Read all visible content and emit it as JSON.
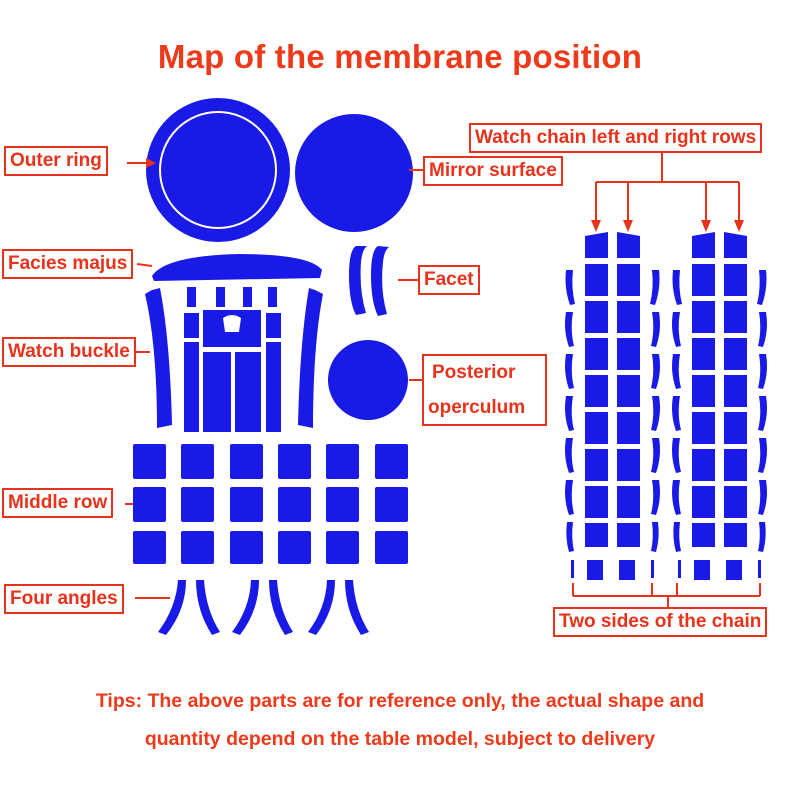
{
  "title": "Map of the membrane position",
  "labels": {
    "outer_ring": "Outer ring",
    "mirror_surface": "Mirror surface",
    "facies_majus": "Facies majus",
    "facet": "Facet",
    "watch_buckle": "Watch buckle",
    "posterior_operculum_line1": "Posterior",
    "posterior_operculum_line2": "operculum",
    "middle_row": "Middle row",
    "four_angles": "Four angles",
    "watch_chain_rows": "Watch chain left and right rows",
    "two_sides_chain": "Two sides of the chain"
  },
  "tips": {
    "line1": "Tips: The above parts are for reference only, the actual shape and",
    "line2": "quantity depend on the table model, subject to delivery"
  },
  "colors": {
    "part_fill": "#1a1ae6",
    "label_red": "#e8331c",
    "title_red": "#ee3a1b",
    "background": "#ffffff"
  }
}
